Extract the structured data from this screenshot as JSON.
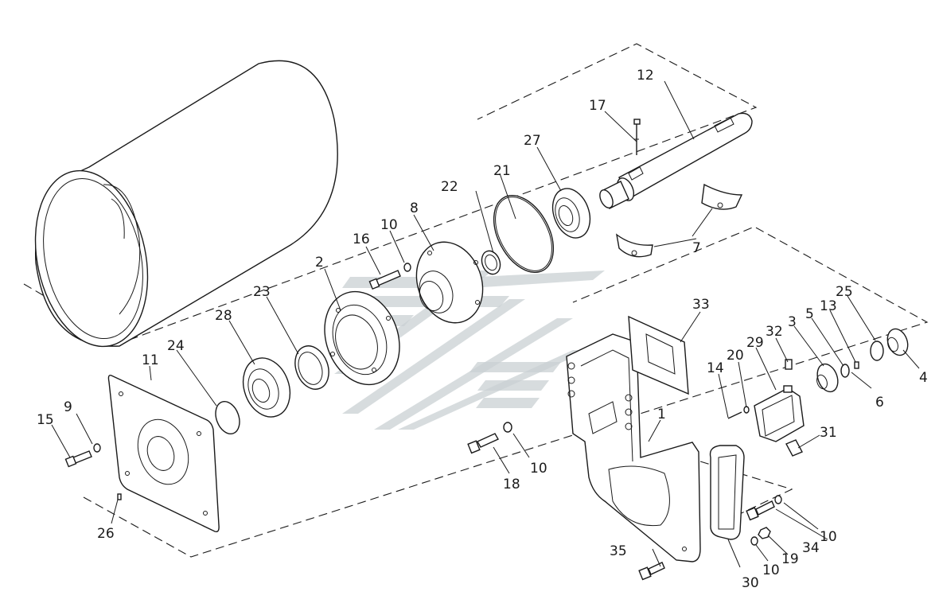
{
  "callouts": [
    {
      "id": "c1",
      "label": "1"
    },
    {
      "id": "c2",
      "label": "2"
    },
    {
      "id": "c3",
      "label": "3"
    },
    {
      "id": "c4",
      "label": "4"
    },
    {
      "id": "c5",
      "label": "5"
    },
    {
      "id": "c6",
      "label": "6"
    },
    {
      "id": "c7",
      "label": "7"
    },
    {
      "id": "c8",
      "label": "8"
    },
    {
      "id": "c9",
      "label": "9"
    },
    {
      "id": "c10a",
      "label": "10"
    },
    {
      "id": "c10b",
      "label": "10"
    },
    {
      "id": "c10c",
      "label": "10"
    },
    {
      "id": "c10d",
      "label": "10"
    },
    {
      "id": "c11",
      "label": "11"
    },
    {
      "id": "c12",
      "label": "12"
    },
    {
      "id": "c13",
      "label": "13"
    },
    {
      "id": "c14",
      "label": "14"
    },
    {
      "id": "c15",
      "label": "15"
    },
    {
      "id": "c16",
      "label": "16"
    },
    {
      "id": "c17",
      "label": "17"
    },
    {
      "id": "c18",
      "label": "18"
    },
    {
      "id": "c19",
      "label": "19"
    },
    {
      "id": "c20",
      "label": "20"
    },
    {
      "id": "c21",
      "label": "21"
    },
    {
      "id": "c22",
      "label": "22"
    },
    {
      "id": "c23",
      "label": "23"
    },
    {
      "id": "c24",
      "label": "24"
    },
    {
      "id": "c25",
      "label": "25"
    },
    {
      "id": "c26",
      "label": "26"
    },
    {
      "id": "c27",
      "label": "27"
    },
    {
      "id": "c28",
      "label": "28"
    },
    {
      "id": "c29",
      "label": "29"
    },
    {
      "id": "c30",
      "label": "30"
    },
    {
      "id": "c31",
      "label": "31"
    },
    {
      "id": "c32",
      "label": "32"
    },
    {
      "id": "c33",
      "label": "33"
    },
    {
      "id": "c34",
      "label": "34"
    },
    {
      "id": "c35",
      "label": "35"
    }
  ],
  "colors": {
    "line": "#1a1a1a",
    "watermark": "#c9d0d3",
    "background": "#ffffff"
  }
}
